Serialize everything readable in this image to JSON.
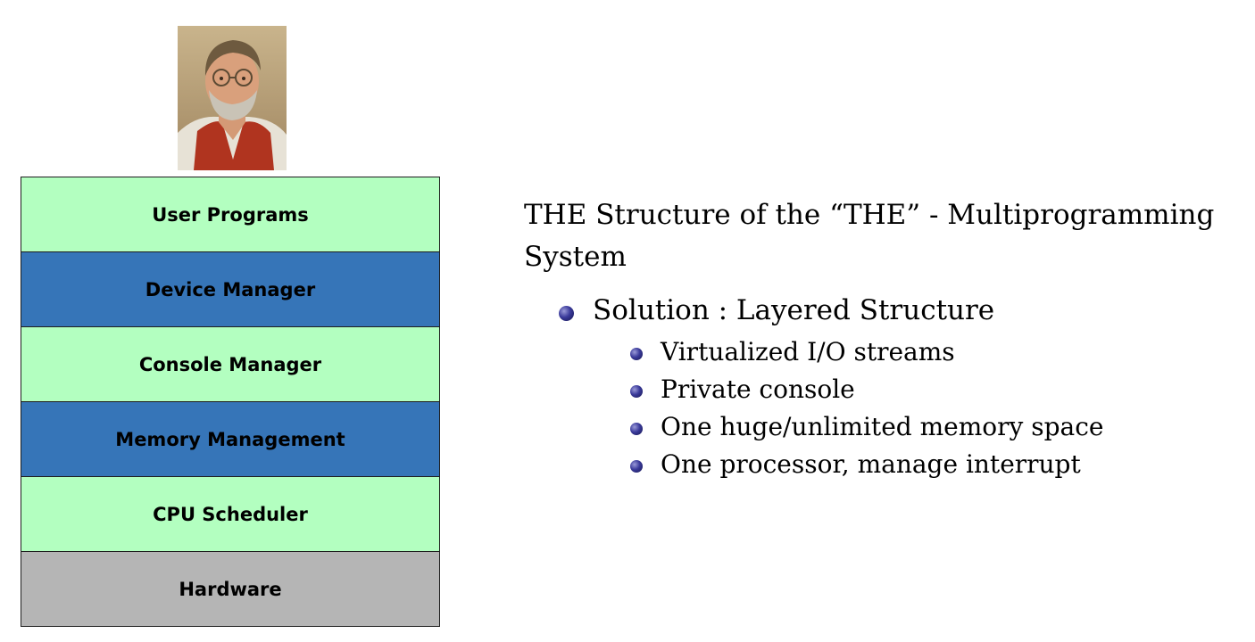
{
  "stack": {
    "layers": [
      {
        "label": "User Programs",
        "color": "#b3ffc0"
      },
      {
        "label": "Device Manager",
        "color": "#3675b8"
      },
      {
        "label": "Console Manager",
        "color": "#b3ffc0"
      },
      {
        "label": "Memory Management",
        "color": "#3675b8"
      },
      {
        "label": "CPU Scheduler",
        "color": "#b3ffc0"
      },
      {
        "label": "Hardware",
        "color": "#b5b5b5"
      }
    ]
  },
  "content": {
    "heading": "THE Structure of the “THE” - Multiprogramming System",
    "bullet": "Solution : Layered Structure",
    "subbullets": [
      "Virtualized I/O streams",
      "Private console",
      "One huge/unlimited memory space",
      "One processor, manage interrupt"
    ]
  },
  "colors": {
    "bullet_dot": "#2c2c8a"
  }
}
